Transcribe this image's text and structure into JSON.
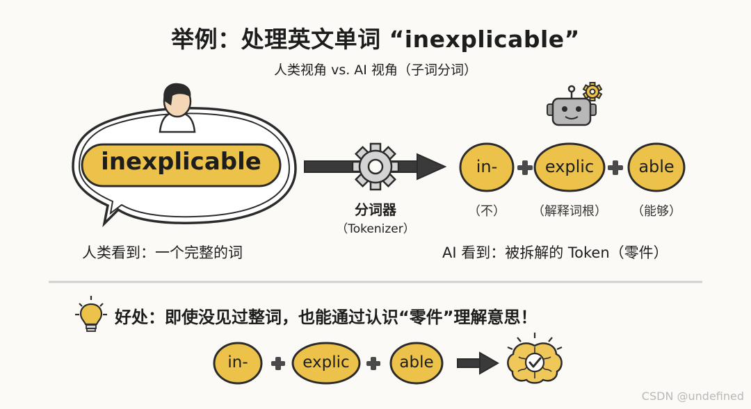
{
  "title": "举例：处理英文单词 “inexplicable”",
  "subtitle": "人类视角 vs. AI 视角（子词分词）",
  "human": {
    "word": "inexplicable",
    "caption": "人类看到：一个完整的词"
  },
  "tokenizer": {
    "label": "分词器",
    "sublabel": "（Tokenizer）"
  },
  "ai": {
    "tokens": [
      {
        "text": "in-",
        "note": "（不）"
      },
      {
        "text": "explic",
        "note": "（解释词根）"
      },
      {
        "text": "able",
        "note": "（能够）"
      }
    ],
    "caption": "AI 看到：被拆解的 Token（零件）"
  },
  "benefit": {
    "text": "好处：即使没见过整词，也能通过认识“零件”理解意思！",
    "tokens": [
      "in-",
      "explic",
      "able"
    ]
  },
  "icons": [
    "person-icon",
    "robot-icon",
    "gear-icon",
    "lightbulb-icon",
    "brain-icon",
    "checkmark-icon",
    "arrow-icon",
    "plus-icon"
  ],
  "colors": {
    "token_fill": "#ecc24a",
    "outline": "#2b2b2b",
    "background": "#fbfaf6",
    "gear": "#cfcfcf",
    "brain": "#f0c85a"
  },
  "watermark": "CSDN @undefined"
}
